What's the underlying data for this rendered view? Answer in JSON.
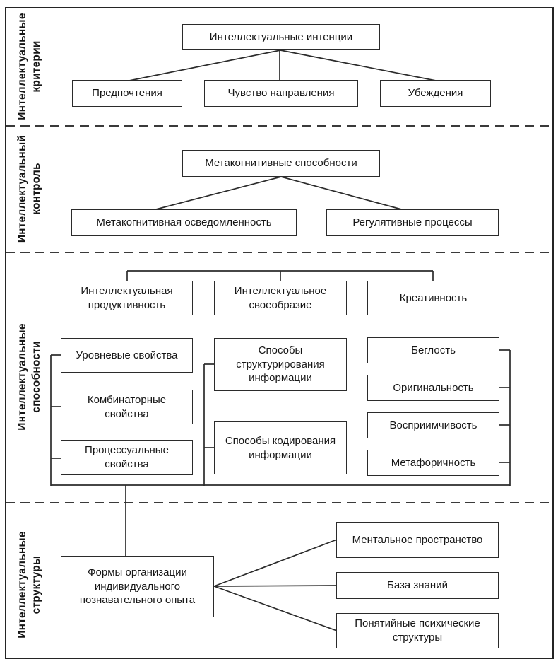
{
  "sections": [
    {
      "id": "criteria",
      "label": "Интеллектуальные\nкритерии"
    },
    {
      "id": "control",
      "label": "Интеллектуальный\nконтроль"
    },
    {
      "id": "abilities",
      "label": "Интеллектуальные\nспособности"
    },
    {
      "id": "structures",
      "label": "Интеллектуальные\nструктуры"
    }
  ],
  "nodes": {
    "intentions": {
      "label": "Интеллектуальные интенции"
    },
    "preferences": {
      "label": "Предпочтения"
    },
    "direction": {
      "label": "Чувство направления"
    },
    "beliefs": {
      "label": "Убеждения"
    },
    "metacognitive_abilities": {
      "label": "Метакогнитивные способности"
    },
    "metacognitive_awareness": {
      "label": "Метакогнитивная осведомленность"
    },
    "regulative_processes": {
      "label": "Регулятивные процессы"
    },
    "productivity": {
      "label": "Интеллектуальная продуктивность"
    },
    "uniqueness": {
      "label": "Интеллектуальное своеобразие"
    },
    "creativity": {
      "label": "Креативность"
    },
    "level_properties": {
      "label": "Уровневые свойства"
    },
    "combinatorial_properties": {
      "label": "Комбинаторные свойства"
    },
    "procedural_properties": {
      "label": "Процессуальные свойства"
    },
    "structuring_methods": {
      "label": "Способы структурирования информации"
    },
    "coding_methods": {
      "label": "Способы кодирования информации"
    },
    "fluency": {
      "label": "Беглость"
    },
    "originality": {
      "label": "Оригинальность"
    },
    "receptivity": {
      "label": "Восприимчивость"
    },
    "metaphoricity": {
      "label": "Метафоричность"
    },
    "organization_forms": {
      "label": "Формы организации индивидуального познавательного опыта"
    },
    "mental_space": {
      "label": "Ментальное пространство"
    },
    "knowledge_base": {
      "label": "База знаний"
    },
    "conceptual_structures": {
      "label": "Понятийные психические структуры"
    }
  },
  "colors": {
    "line": "#2b2b2b",
    "background": "#ffffff",
    "text": "#161616"
  }
}
